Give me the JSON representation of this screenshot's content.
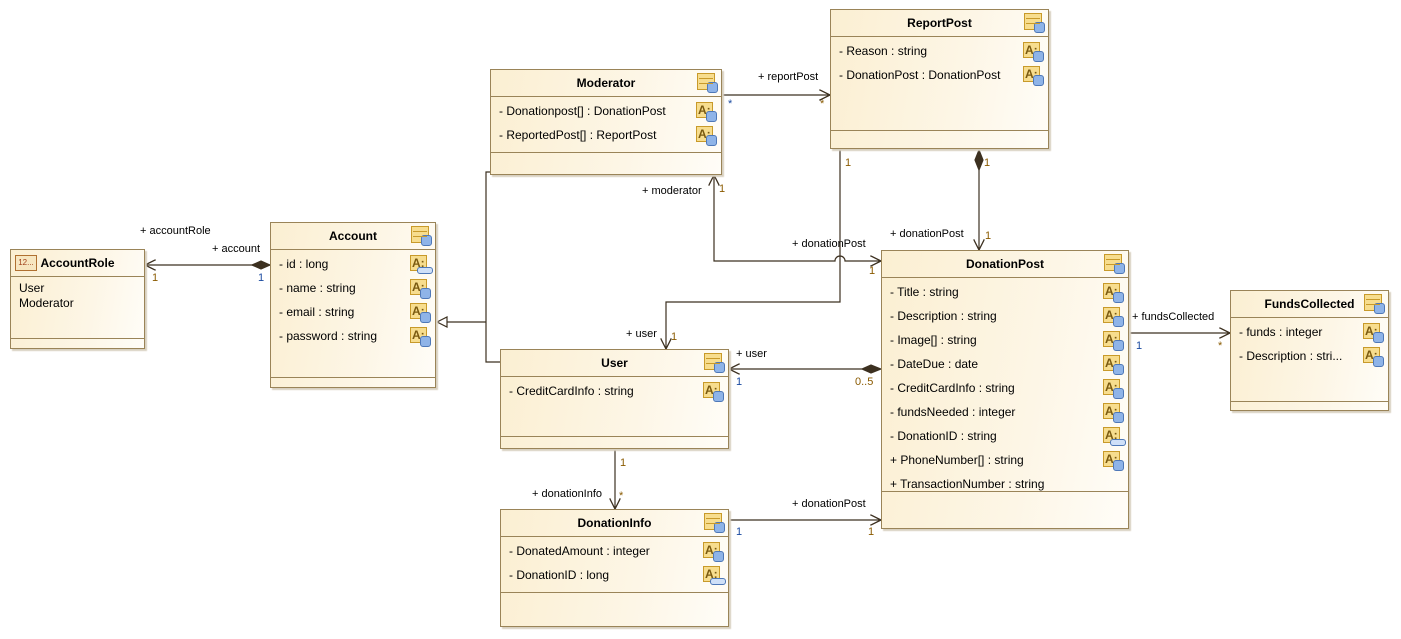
{
  "classes": [
    {
      "id": "accountrole",
      "name": "AccountRole",
      "kind": "enumeration",
      "enum_icon": "12...",
      "literals": [
        "User",
        "Moderator"
      ],
      "attributes": []
    },
    {
      "id": "account",
      "name": "Account",
      "attributes": [
        {
          "text": "- id : long",
          "icon": "key"
        },
        {
          "text": "- name : string",
          "icon": "db"
        },
        {
          "text": "- email : string",
          "icon": "db"
        },
        {
          "text": "- password : string",
          "icon": "db"
        }
      ]
    },
    {
      "id": "moderator",
      "name": "Moderator",
      "attributes": [
        {
          "text": "- Donationpost[] : DonationPost",
          "icon": "db"
        },
        {
          "text": "- ReportedPost[] : ReportPost",
          "icon": "db"
        }
      ]
    },
    {
      "id": "reportpost",
      "name": "ReportPost",
      "attributes": [
        {
          "text": "- Reason : string",
          "icon": "db"
        },
        {
          "text": "- DonationPost : DonationPost",
          "icon": "db"
        }
      ]
    },
    {
      "id": "donationpost",
      "name": "DonationPost",
      "attributes": [
        {
          "text": "- Title : string",
          "icon": "db"
        },
        {
          "text": "- Description : string",
          "icon": "db"
        },
        {
          "text": "- Image[] : string",
          "icon": "db"
        },
        {
          "text": "- DateDue : date",
          "icon": "db"
        },
        {
          "text": "- CreditCardInfo : string",
          "icon": "db"
        },
        {
          "text": "- fundsNeeded : integer",
          "icon": "db"
        },
        {
          "text": "- DonationID : string",
          "icon": "key"
        },
        {
          "text": "+ PhoneNumber[] : string",
          "icon": "db"
        },
        {
          "text": "+ TransactionNumber : string",
          "icon": "none"
        }
      ]
    },
    {
      "id": "fundscollected",
      "name": "FundsCollected",
      "attributes": [
        {
          "text": "- funds : integer",
          "icon": "db"
        },
        {
          "text": "- Description : stri...",
          "icon": "db"
        }
      ]
    },
    {
      "id": "user",
      "name": "User",
      "attributes": [
        {
          "text": "- CreditCardInfo : string",
          "icon": "db"
        }
      ]
    },
    {
      "id": "donationinfo",
      "name": "DonationInfo",
      "attributes": [
        {
          "text": "- DonatedAmount : integer",
          "icon": "db"
        },
        {
          "text": "- DonationID : long",
          "icon": "key"
        }
      ]
    }
  ],
  "associations": {
    "accountRole": {
      "role1": "+ accountRole",
      "role2": "+ account",
      "mult1": "1",
      "mult2": "1"
    },
    "reportPost": {
      "role": "+ reportPost",
      "mult1": "*",
      "mult2": "*"
    },
    "moderatorDonation": {
      "role1": "+ moderator",
      "mult1": "1",
      "role2": "+ donationPost",
      "mult2": "1"
    },
    "reportUser": {
      "mult1": "1",
      "role2": "+ user",
      "mult2": "1"
    },
    "reportDonation": {
      "mult1": "1",
      "role2": "+ donationPost",
      "mult2": "1"
    },
    "donationUser": {
      "role": "+ user",
      "mult1": "1",
      "mult2": "0..5"
    },
    "funds": {
      "role": "+ fundsCollected",
      "mult1": "1",
      "mult2": "*"
    },
    "userInfo": {
      "mult1": "1",
      "role": "+ donationInfo",
      "mult2": "*"
    },
    "infoDonation": {
      "role": "+ donationPost",
      "mult1": "1",
      "mult2": "1"
    }
  },
  "colors": {
    "line": "#3c3020",
    "fill": "#fbefd2",
    "border": "#9a8458",
    "mult_blue": "#1a4aa0",
    "mult_brown": "#8a5a00"
  }
}
